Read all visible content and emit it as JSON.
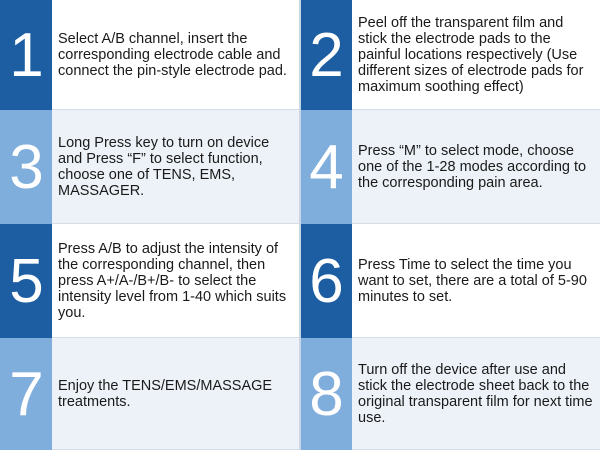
{
  "steps": [
    {
      "number": "1",
      "text": "Select A/B channel, insert the corresponding electrode cable and connect the  pin-style electrode pad."
    },
    {
      "number": "2",
      "text": "Peel off the transparent film and stick the electrode pads to the painful locations respectively (Use different sizes of electrode pads for maximum soothing effect)"
    },
    {
      "number": "3",
      "text": "Long Press key to turn on device and Press “F” to select function, choose one of TENS, EMS, MASSAGER."
    },
    {
      "number": "4",
      "text": "Press “M” to select mode, choose one of the 1-28 modes according to the corresponding pain area."
    },
    {
      "number": "5",
      "text": "Press A/B to adjust the intensity of the corresponding channel, then press A+/A-/B+/B- to select the intensity level from 1-40 which suits you."
    },
    {
      "number": "6",
      "text": "Press Time to select the time you want to set, there are a total of 5-90 minutes to set."
    },
    {
      "number": "7",
      "text": "Enjoy the TENS/EMS/MASSAGE treatments."
    },
    {
      "number": "8",
      "text": "Turn off the device after use and stick the electrode sheet back to the original transparent film for next time use."
    }
  ],
  "colors": {
    "dark_blue": "#1d5ea3",
    "light_blue": "#80aedc",
    "text": "#1a1a1a"
  }
}
